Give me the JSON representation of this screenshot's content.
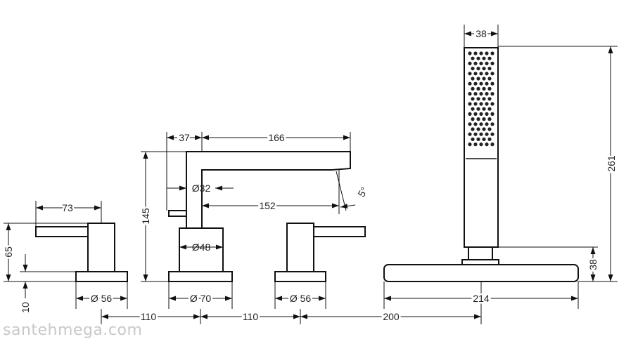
{
  "dimensions": {
    "spout_width": "37",
    "spout_length": "166",
    "spout_height": "145",
    "spout_diameter": "Ø32",
    "spout_reach": "152",
    "spout_angle": "5°",
    "spout_body_diameter": "Ø48",
    "spout_base_diameter": "Ø 70",
    "left_handle_length": "73",
    "left_handle_height": "65",
    "base_thickness": "10",
    "left_base_diameter": "Ø 56",
    "right_base_diameter": "Ø 56",
    "spacing_1": "110",
    "spacing_2": "110",
    "spacing_3": "200",
    "shower_width": "38",
    "shower_length": "261",
    "holder_height": "38",
    "holder_length": "214"
  },
  "watermark": "santehmega.com"
}
